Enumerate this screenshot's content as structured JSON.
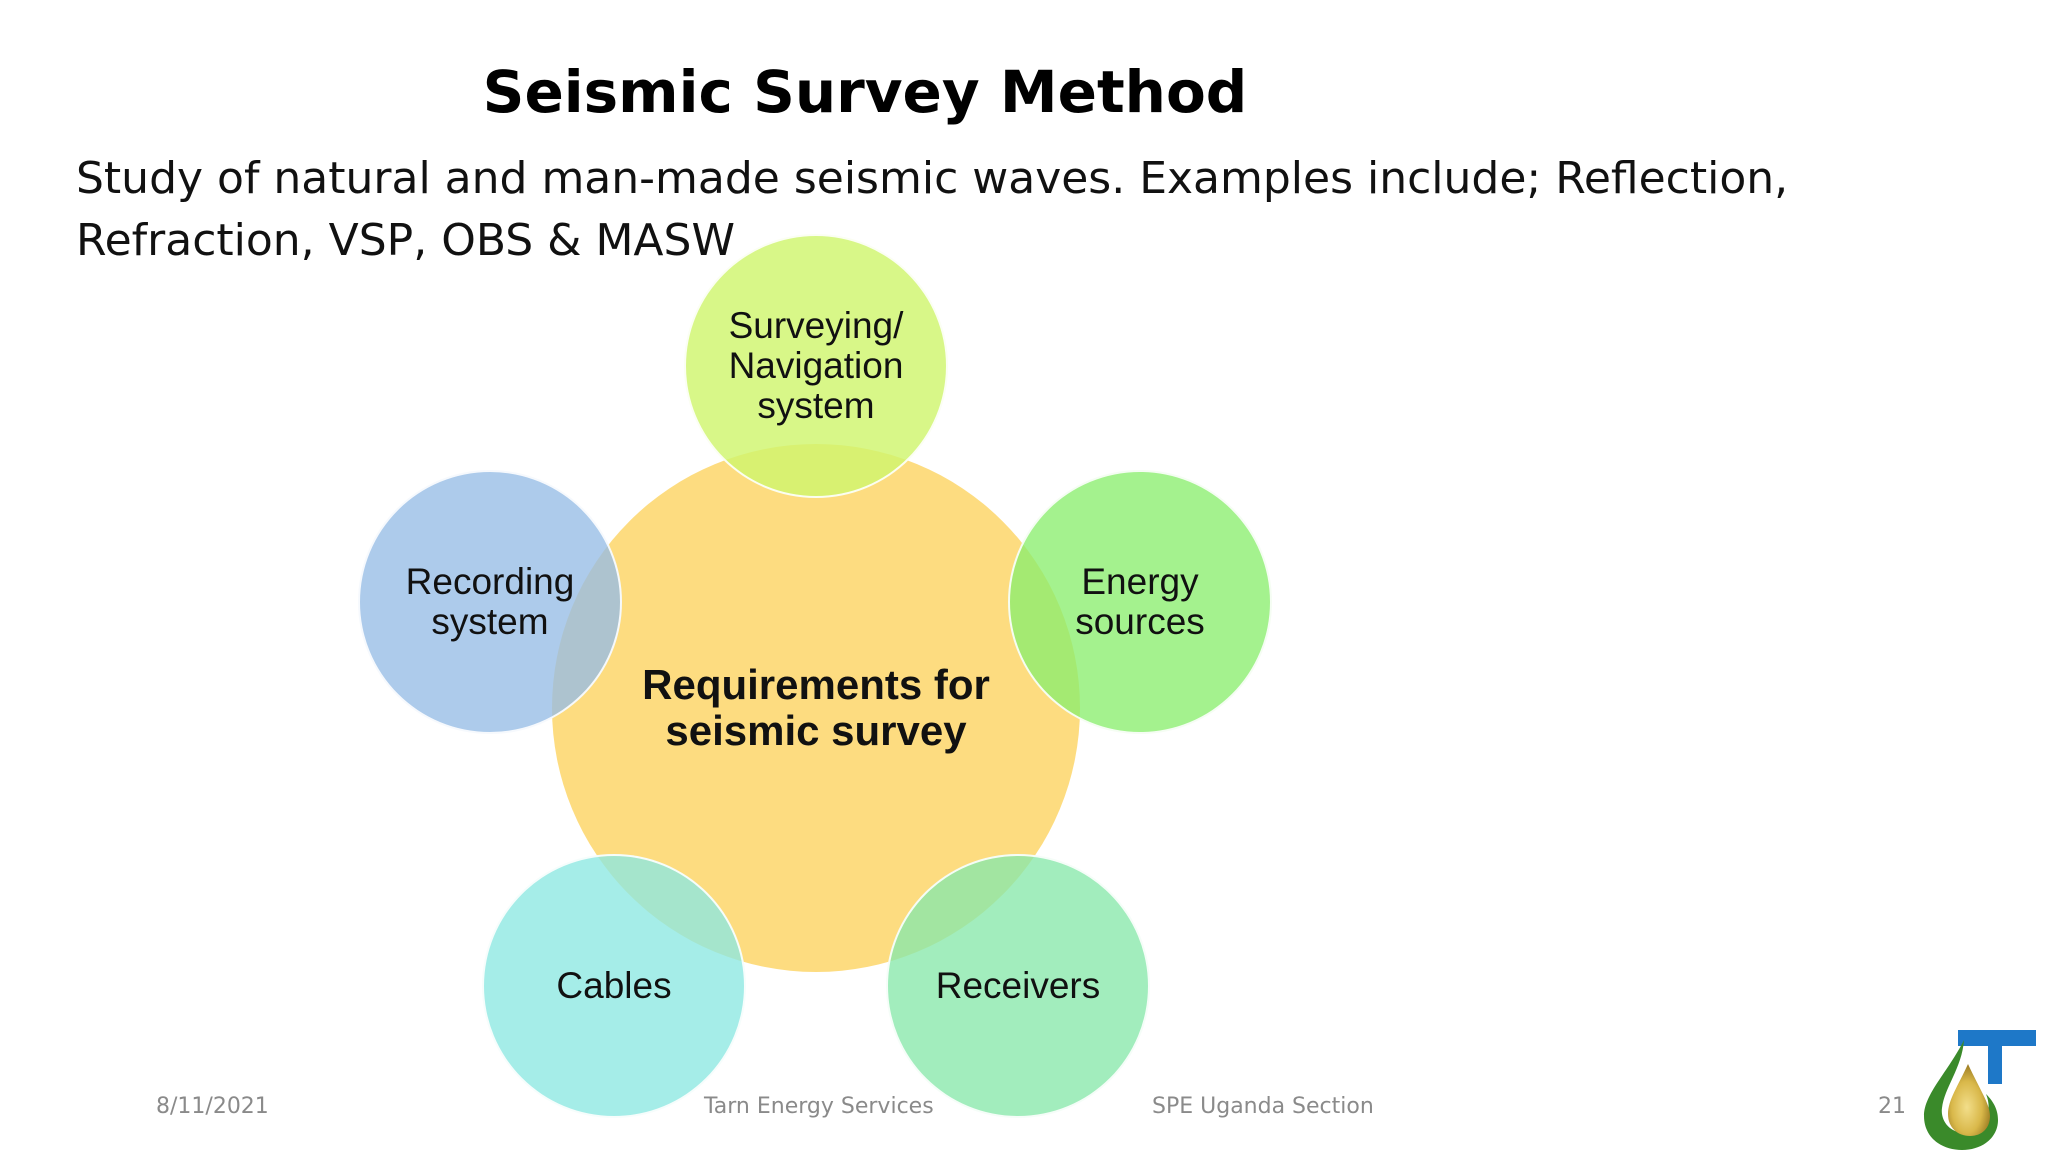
{
  "slide": {
    "title": "Seismic Survey Method",
    "subtitle": "Study of natural and man-made seismic waves.  Examples include; Reflection, Refraction, VSP, OBS & MASW"
  },
  "diagram": {
    "center": {
      "label": "Requirements for\nseismic survey",
      "color": "#FDD76E"
    },
    "satellites": [
      {
        "id": "top",
        "label": "Surveying/\nNavigation\nsystem",
        "color": "#D0F56E"
      },
      {
        "id": "right",
        "label": "Energy\nsources",
        "color": "#8BEE6E"
      },
      {
        "id": "bottom-right",
        "label": "Receivers",
        "color": "#88E8AA"
      },
      {
        "id": "bottom-left",
        "label": "Cables",
        "color": "#8CE8E2"
      },
      {
        "id": "left",
        "label": "Recording\nsystem",
        "color": "#96BCE6"
      }
    ]
  },
  "footer": {
    "date": "8/11/2021",
    "company": "Tarn Energy Services",
    "section": "SPE Uganda Section",
    "page_number": "21"
  },
  "logo": {
    "icon": "tarn-energy-logo-icon",
    "colors": [
      "#1E78C8",
      "#3A8A2A",
      "#D9B84A"
    ]
  }
}
